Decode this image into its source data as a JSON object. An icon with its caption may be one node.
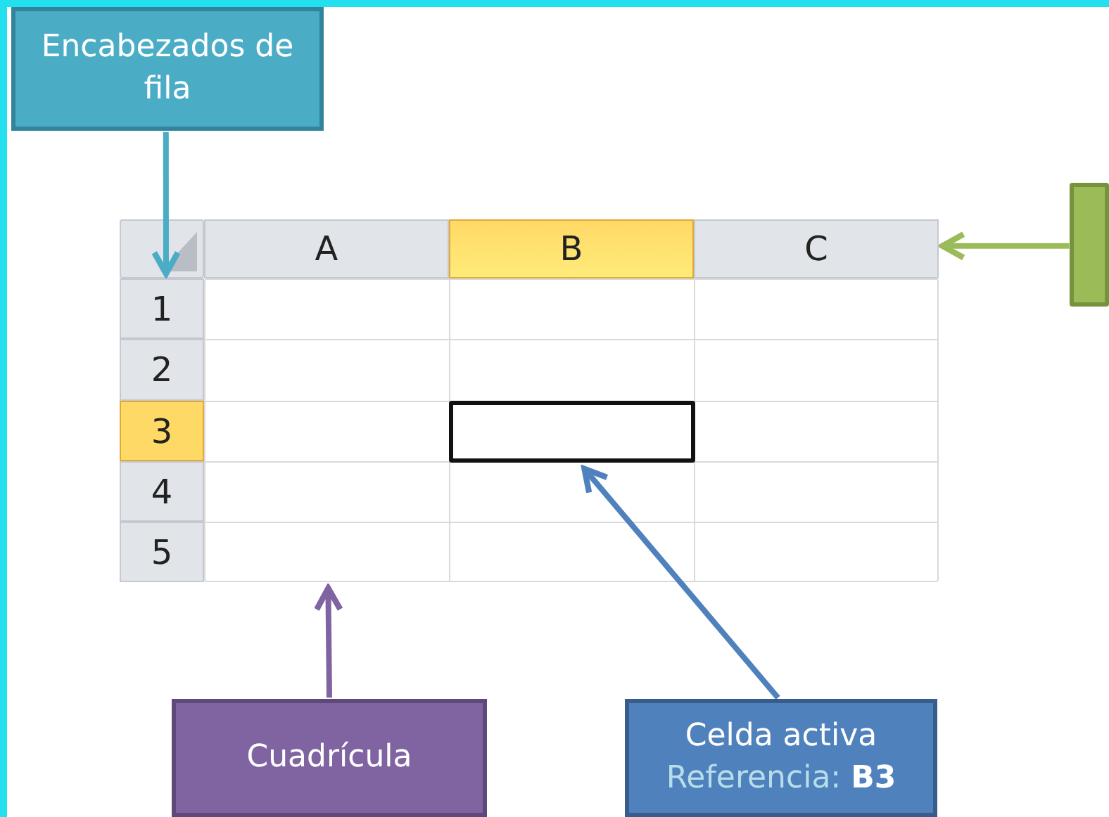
{
  "diagram": {
    "nodes": [
      {
        "text": [
          "Encabezados de fila"
        ]
      },
      {
        "text": [],
        "shape": "box"
      },
      {
        "text": [
          "Cuadrícula"
        ]
      },
      {
        "text": [
          "Celda activa",
          "Referencia: **B3**"
        ]
      },
      {
        "text": [],
        "shape": "box"
      },
      {
        "text": [],
        "shape": "bar"
      },
      {
        "text": [],
        "shape": "box"
      },
      {
        "text": [],
        "shape": "box",
        "in": 6
      },
      {
        "text": [
          "A"
        ],
        "in": 5
      },
      {
        "text": [
          "B"
        ],
        "in": 5
      },
      {
        "text": [
          "C"
        ],
        "in": 5
      },
      {
        "text": [
          "1"
        ]
      },
      {
        "text": [
          "2"
        ]
      },
      {
        "text": [
          "3"
        ]
      },
      {
        "text": [
          "4"
        ]
      },
      {
        "text": [
          "5"
        ]
      }
    ],
    "edges": [
      {
        "from": 0,
        "to": 4,
        "arrow": "to",
        "color": "#4bacc6"
      },
      {
        "from": 1,
        "to": 5,
        "arrow": "to",
        "color": "#9bbb59"
      },
      {
        "from": 2,
        "to": 6,
        "arrow": "to",
        "color": "#8064a2"
      },
      {
        "from": 3,
        "to": 7,
        "arrow": "to",
        "color": "#4f81bd"
      }
    ]
  }
}
